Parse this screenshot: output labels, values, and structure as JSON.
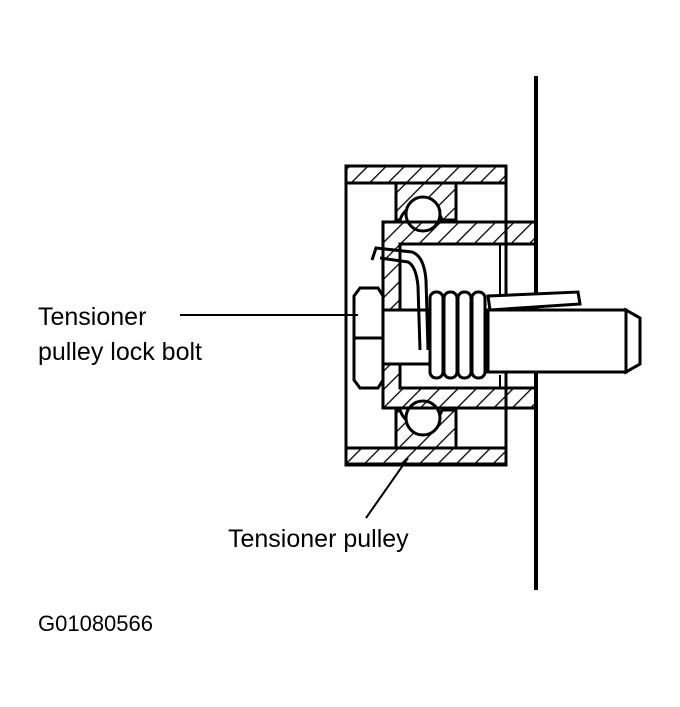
{
  "labels": {
    "lock_bolt_line1": "Tensioner",
    "lock_bolt_line2": "pulley lock bolt",
    "pulley": "Tensioner pulley"
  },
  "figure_id": "G01080566",
  "colors": {
    "ink": "#000000",
    "paper": "#ffffff"
  }
}
